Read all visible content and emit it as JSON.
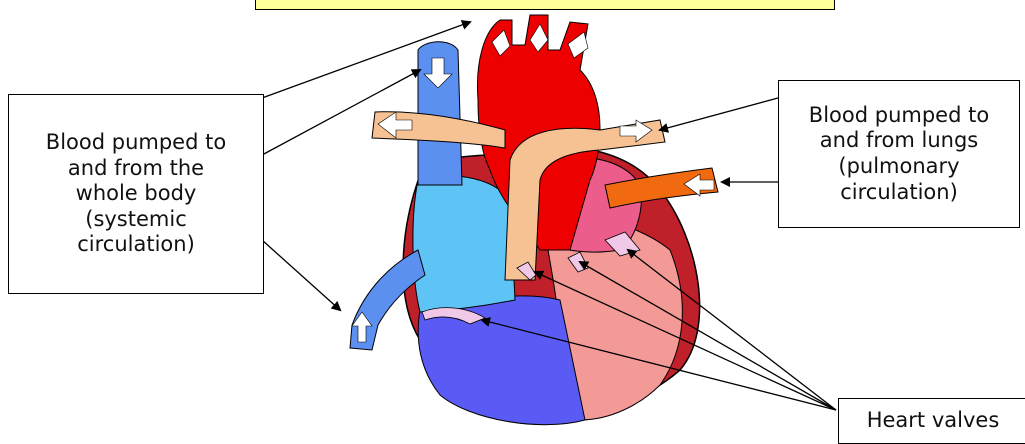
{
  "labels": {
    "systemic": {
      "lines": [
        "Blood pumped to",
        "and from the",
        "whole body",
        "(systemic",
        "circulation)"
      ]
    },
    "pulmonary": {
      "lines": [
        "Blood pumped to",
        "and from lungs",
        "(pulmonary",
        "circulation)"
      ]
    },
    "valves": {
      "lines": [
        "Heart valves"
      ]
    }
  },
  "colors": {
    "aorta": "#ee0000",
    "vena_cava": "#5b8ff0",
    "right_atrium": "#5ec4f6",
    "right_ventricle": "#5a5af5",
    "left_atrium": "#ec5d8c",
    "left_ventricle": "#f49a96",
    "heart_wall": "#c0202a",
    "pulmonary_vessels": "#f6c294",
    "pulmonary_vein": "#f16a10",
    "valve": "#f0c8e8",
    "title_bar": "#ffff99"
  }
}
